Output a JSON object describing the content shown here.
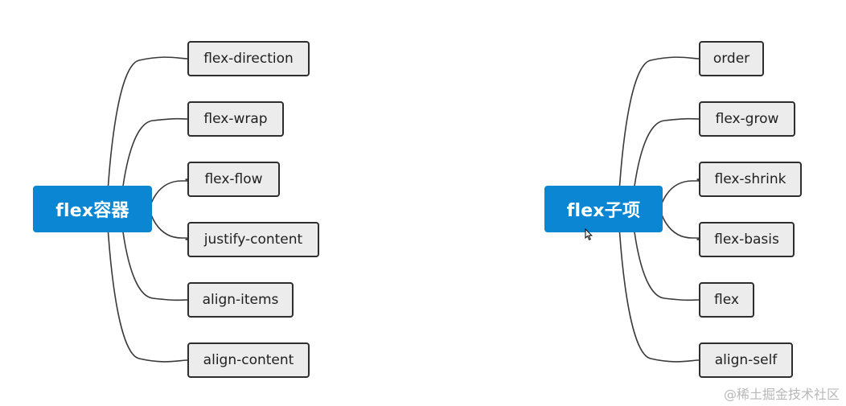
{
  "diagrams": [
    {
      "root": "flex容器",
      "children": [
        "flex-direction",
        "flex-wrap",
        "flex-flow",
        "justify-content",
        "align-items",
        "align-content"
      ]
    },
    {
      "root": "flex子项",
      "children": [
        "order",
        "flex-grow",
        "flex-shrink",
        "flex-basis",
        "flex",
        "align-self"
      ]
    }
  ],
  "watermark": "@稀土掘金技术社区",
  "colors": {
    "root_bg": "#0a86d3",
    "root_text": "#ffffff",
    "leaf_bg": "#ececec",
    "leaf_border": "#2e2e2e",
    "line": "#3a3a3a"
  },
  "icons": {
    "cursor": "mouse-pointer-icon"
  }
}
